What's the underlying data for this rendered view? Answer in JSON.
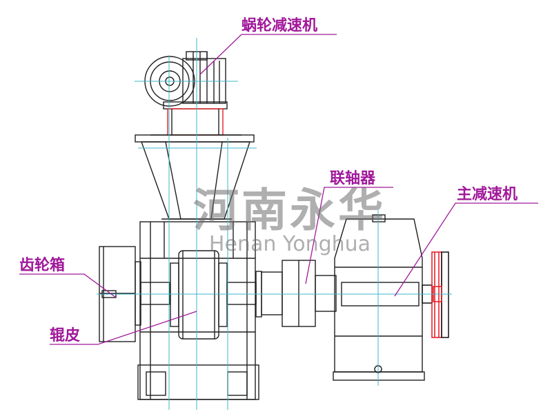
{
  "diagram": {
    "labels": {
      "worm_reducer": "蜗轮减速机",
      "coupling": "联轴器",
      "main_reducer": "主减速机",
      "gearbox": "齿轮箱",
      "roller_skin": "辊皮"
    },
    "watermark": {
      "cn": "河南永华",
      "en": "Henan   Yonghua"
    }
  },
  "colors": {
    "callout": "#a0189a",
    "line": "#1e1e1e",
    "center_line": "#3fb6c8",
    "red": "#e8202a",
    "watermark": "#6e6e6e"
  }
}
